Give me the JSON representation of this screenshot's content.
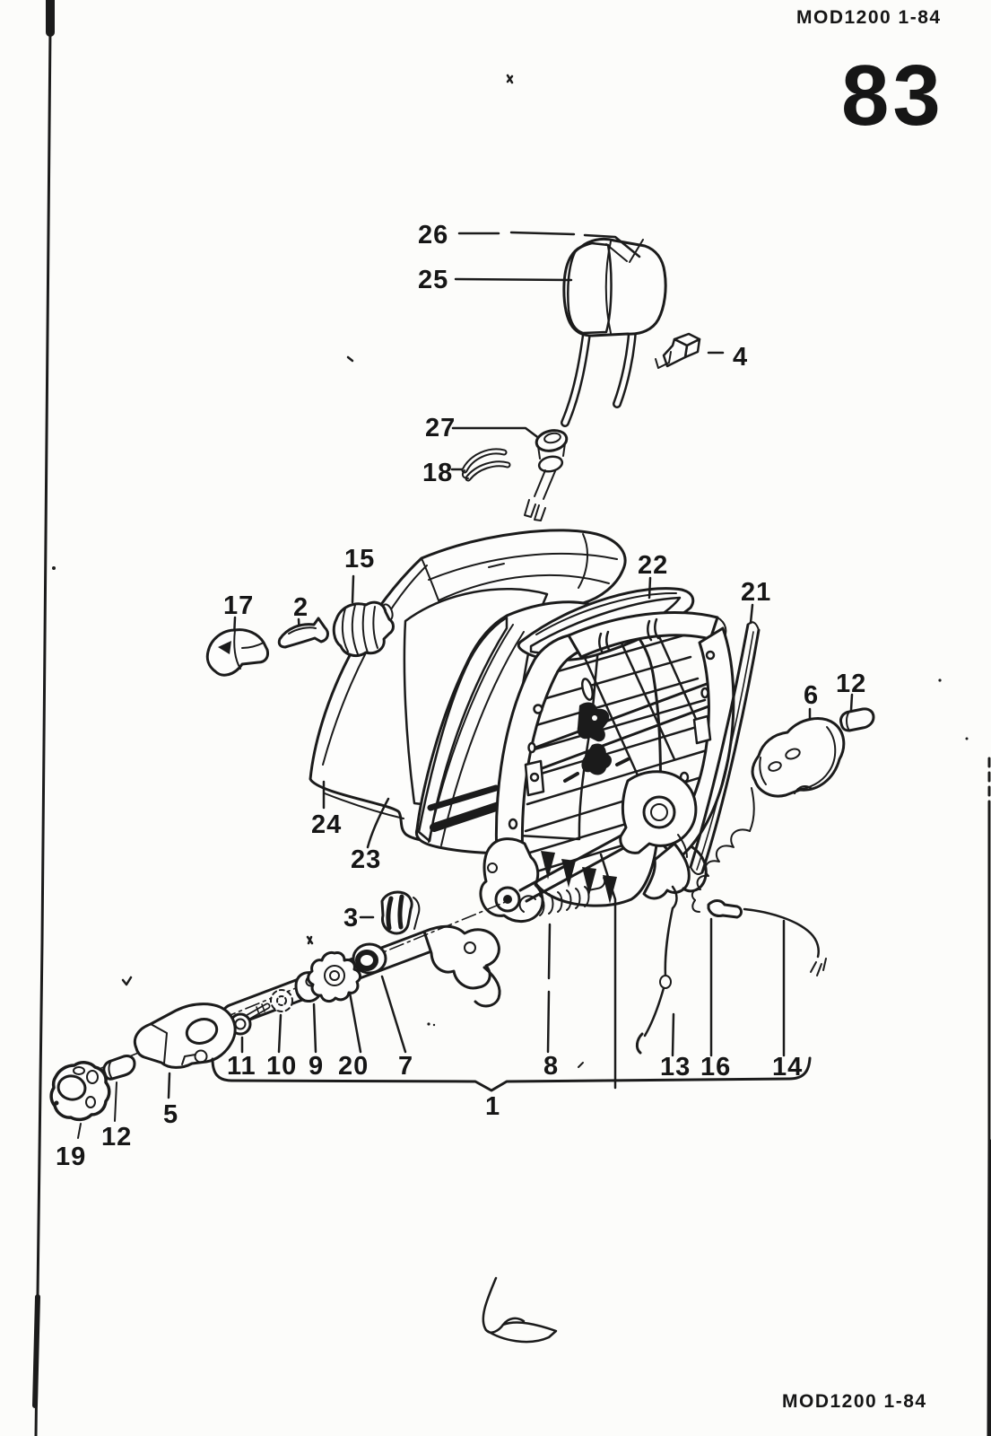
{
  "page": {
    "header_code": "MOD1200 1-84",
    "page_number": "83",
    "footer_code": "MOD1200 1-84"
  },
  "diagram": {
    "type": "exploded-parts-diagram",
    "subject": "Front seat backrest frame, recliner hardware and head restraint"
  },
  "callouts": {
    "c1": "1",
    "c2": "2",
    "c3": "3",
    "c4": "4",
    "c5": "5",
    "c6": "6",
    "c7": "7",
    "c8": "8",
    "c9": "9",
    "c10": "10",
    "c11": "11",
    "c12_right": "12",
    "c12_left": "12",
    "c13": "13",
    "c14": "14",
    "c15": "15",
    "c16": "16",
    "c17": "17",
    "c18": "18",
    "c19": "19",
    "c20": "20",
    "c21": "21",
    "c22": "22",
    "c23": "23",
    "c24": "24",
    "c25": "25",
    "c26": "26",
    "c27": "27"
  }
}
